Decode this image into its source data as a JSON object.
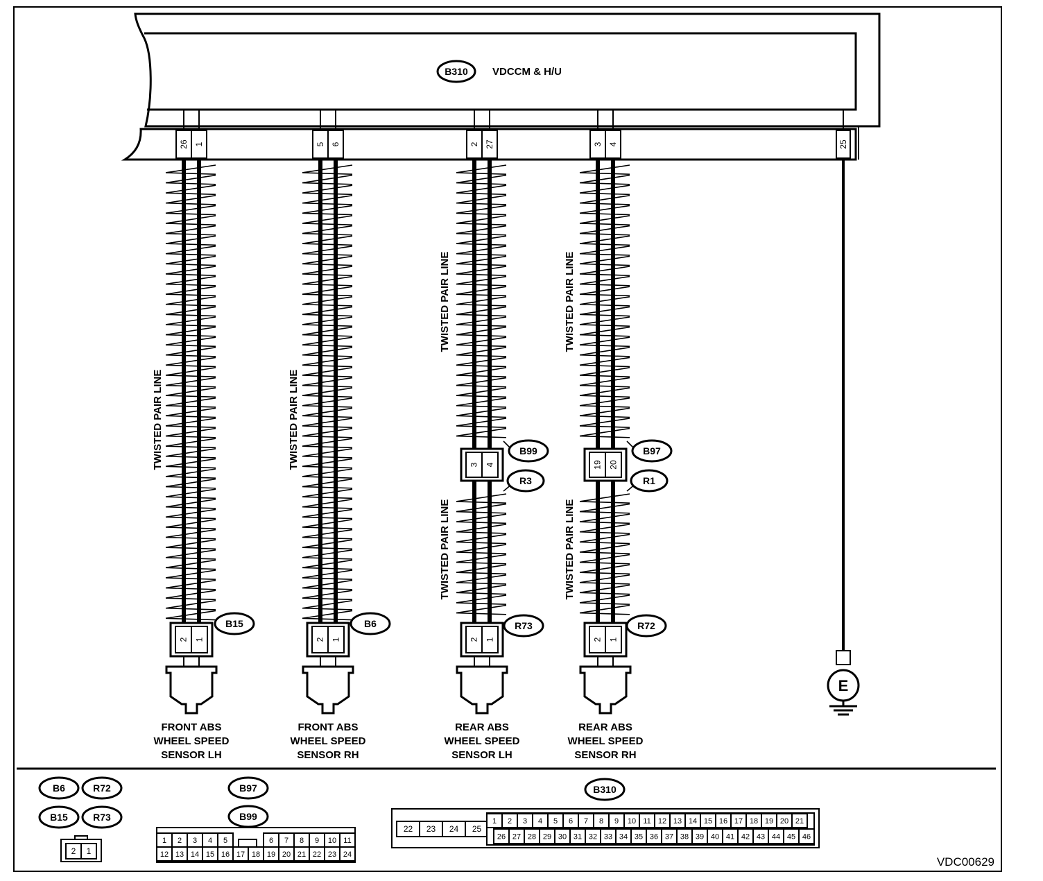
{
  "diagram_code": "VDC00629",
  "module": {
    "connector": "B310",
    "name": "VDCCM & H/U"
  },
  "module_terminals": [
    "26",
    "1",
    "5",
    "6",
    "2",
    "27",
    "3",
    "4",
    "25"
  ],
  "twisted_label": "TWISTED PAIR LINE",
  "sensors": [
    {
      "id": "lh_front",
      "connector": "B15",
      "pins": [
        "2",
        "1"
      ],
      "name": [
        "FRONT ABS",
        "WHEEL SPEED",
        "SENSOR LH"
      ]
    },
    {
      "id": "rh_front",
      "connector": "B6",
      "pins": [
        "2",
        "1"
      ],
      "name": [
        "FRONT ABS",
        "WHEEL SPEED",
        "SENSOR RH"
      ]
    },
    {
      "id": "lh_rear",
      "connector": "R73",
      "pins": [
        "2",
        "1"
      ],
      "name": [
        "REAR ABS",
        "WHEEL SPEED",
        "SENSOR LH"
      ]
    },
    {
      "id": "rh_rear",
      "connector": "R72",
      "pins": [
        "2",
        "1"
      ],
      "name": [
        "REAR ABS",
        "WHEEL SPEED",
        "SENSOR RH"
      ]
    }
  ],
  "joints": [
    {
      "upper": "B99",
      "lower": "R3",
      "pins": [
        "3",
        "4"
      ]
    },
    {
      "upper": "B97",
      "lower": "R1",
      "pins": [
        "19",
        "20"
      ]
    }
  ],
  "ground": "E",
  "legend": {
    "small": {
      "labels": [
        "B6",
        "R72",
        "B15",
        "R73"
      ],
      "pins": [
        "2",
        "1"
      ]
    },
    "medium": {
      "labels": [
        "B97",
        "B99"
      ],
      "row1": [
        "1",
        "2",
        "3",
        "4",
        "5",
        "6",
        "7",
        "8",
        "9",
        "10",
        "11"
      ],
      "row2": [
        "12",
        "13",
        "14",
        "15",
        "16",
        "17",
        "18",
        "19",
        "20",
        "21",
        "22",
        "23",
        "24"
      ]
    },
    "large": {
      "label": "B310",
      "left": [
        "22",
        "23",
        "24",
        "25"
      ],
      "row1": [
        "1",
        "2",
        "3",
        "4",
        "5",
        "6",
        "7",
        "8",
        "9",
        "10",
        "11",
        "12",
        "13",
        "14",
        "15",
        "16",
        "17",
        "18",
        "19",
        "20",
        "21"
      ],
      "row2": [
        "26",
        "27",
        "28",
        "29",
        "30",
        "31",
        "32",
        "33",
        "34",
        "35",
        "36",
        "37",
        "38",
        "39",
        "40",
        "41",
        "42",
        "43",
        "44",
        "45",
        "46"
      ]
    }
  }
}
